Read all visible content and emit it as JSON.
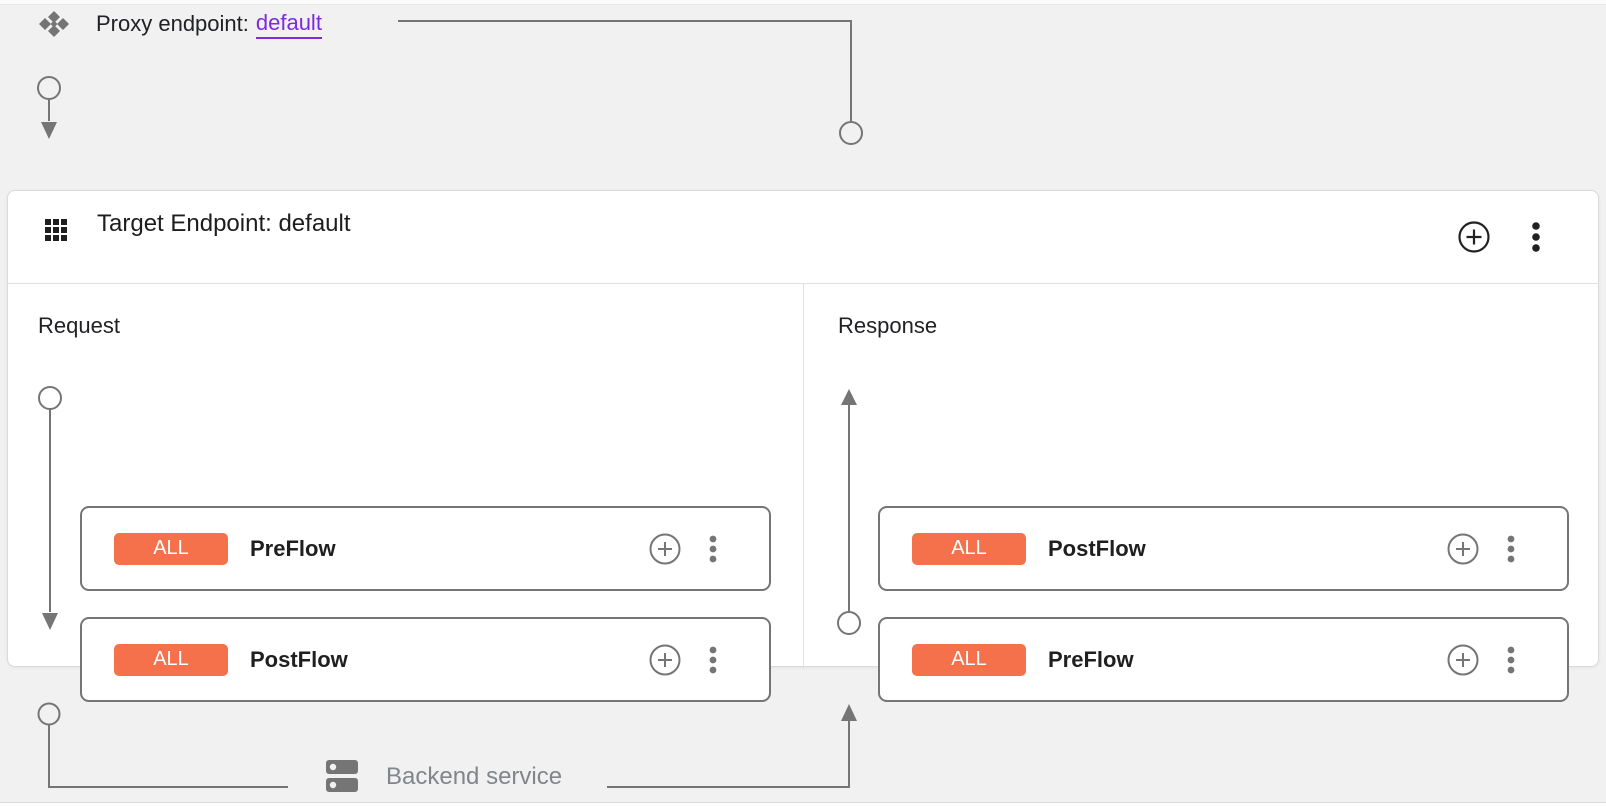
{
  "colors": {
    "badge_orange": "#f4714c",
    "link_purple": "#7d2ae0",
    "rail_gray": "#757575"
  },
  "proxy_endpoint": {
    "label": "Proxy endpoint:",
    "name": "default"
  },
  "target_endpoint": {
    "title": "Target Endpoint: default"
  },
  "request": {
    "label": "Request",
    "flows": [
      {
        "condition": "ALL",
        "name": "PreFlow"
      },
      {
        "condition": "ALL",
        "name": "PostFlow"
      }
    ]
  },
  "response": {
    "label": "Response",
    "flows": [
      {
        "condition": "ALL",
        "name": "PostFlow"
      },
      {
        "condition": "ALL",
        "name": "PreFlow"
      }
    ]
  },
  "backend": {
    "label": "Backend service"
  }
}
